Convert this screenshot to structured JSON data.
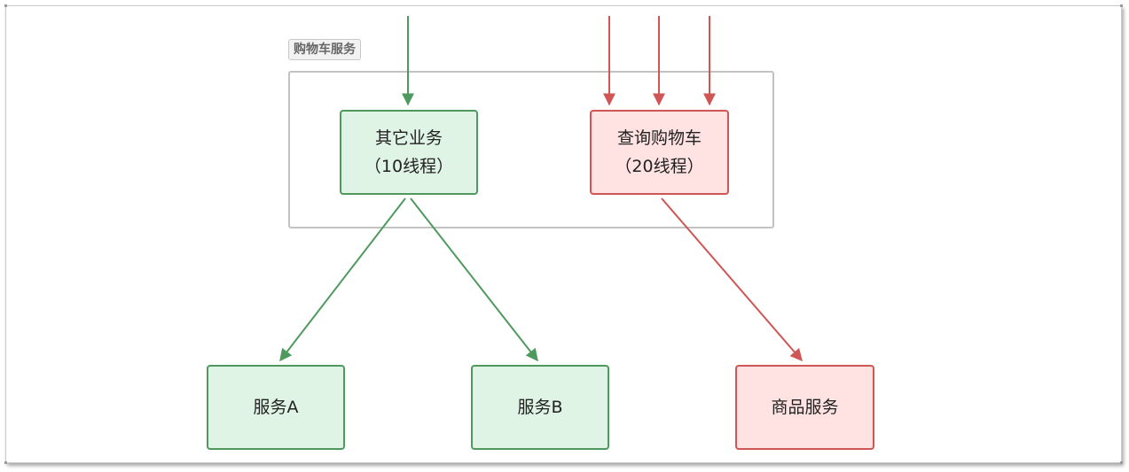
{
  "colors": {
    "green_stroke": "#4e9a5e",
    "green_fill": "#dff4e4",
    "red_stroke": "#d05555",
    "red_fill": "#ffe2e2",
    "group_border": "#c2c2c2"
  },
  "group": {
    "label": "购物车服务"
  },
  "nodes": {
    "other_business": {
      "line1": "其它业务",
      "line2": "（10线程）"
    },
    "query_cart": {
      "line1": "查询购物车",
      "line2": "（20线程）"
    },
    "service_a": {
      "label": "服务A"
    },
    "service_b": {
      "label": "服务B"
    },
    "product_service": {
      "label": "商品服务"
    }
  }
}
